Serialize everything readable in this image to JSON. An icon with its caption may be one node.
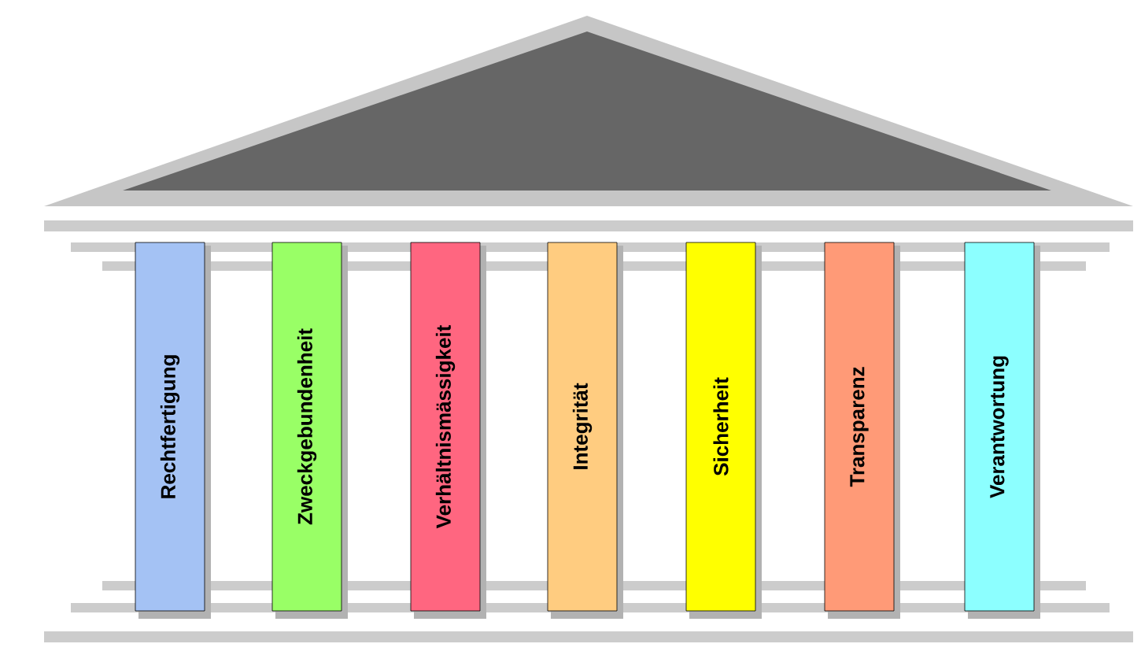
{
  "diagram": {
    "nodes": [
      {
        "text": [
          "Rechtfertigung"
        ]
      },
      {
        "text": [
          "Zweckgebundenheit"
        ]
      },
      {
        "text": [
          "Verhältnismässigkeit"
        ]
      },
      {
        "text": [
          "Integrität"
        ]
      },
      {
        "text": [
          "Sicherheit"
        ]
      },
      {
        "text": [
          "Transparenz"
        ]
      },
      {
        "text": [
          "Verantwortung"
        ]
      }
    ]
  }
}
